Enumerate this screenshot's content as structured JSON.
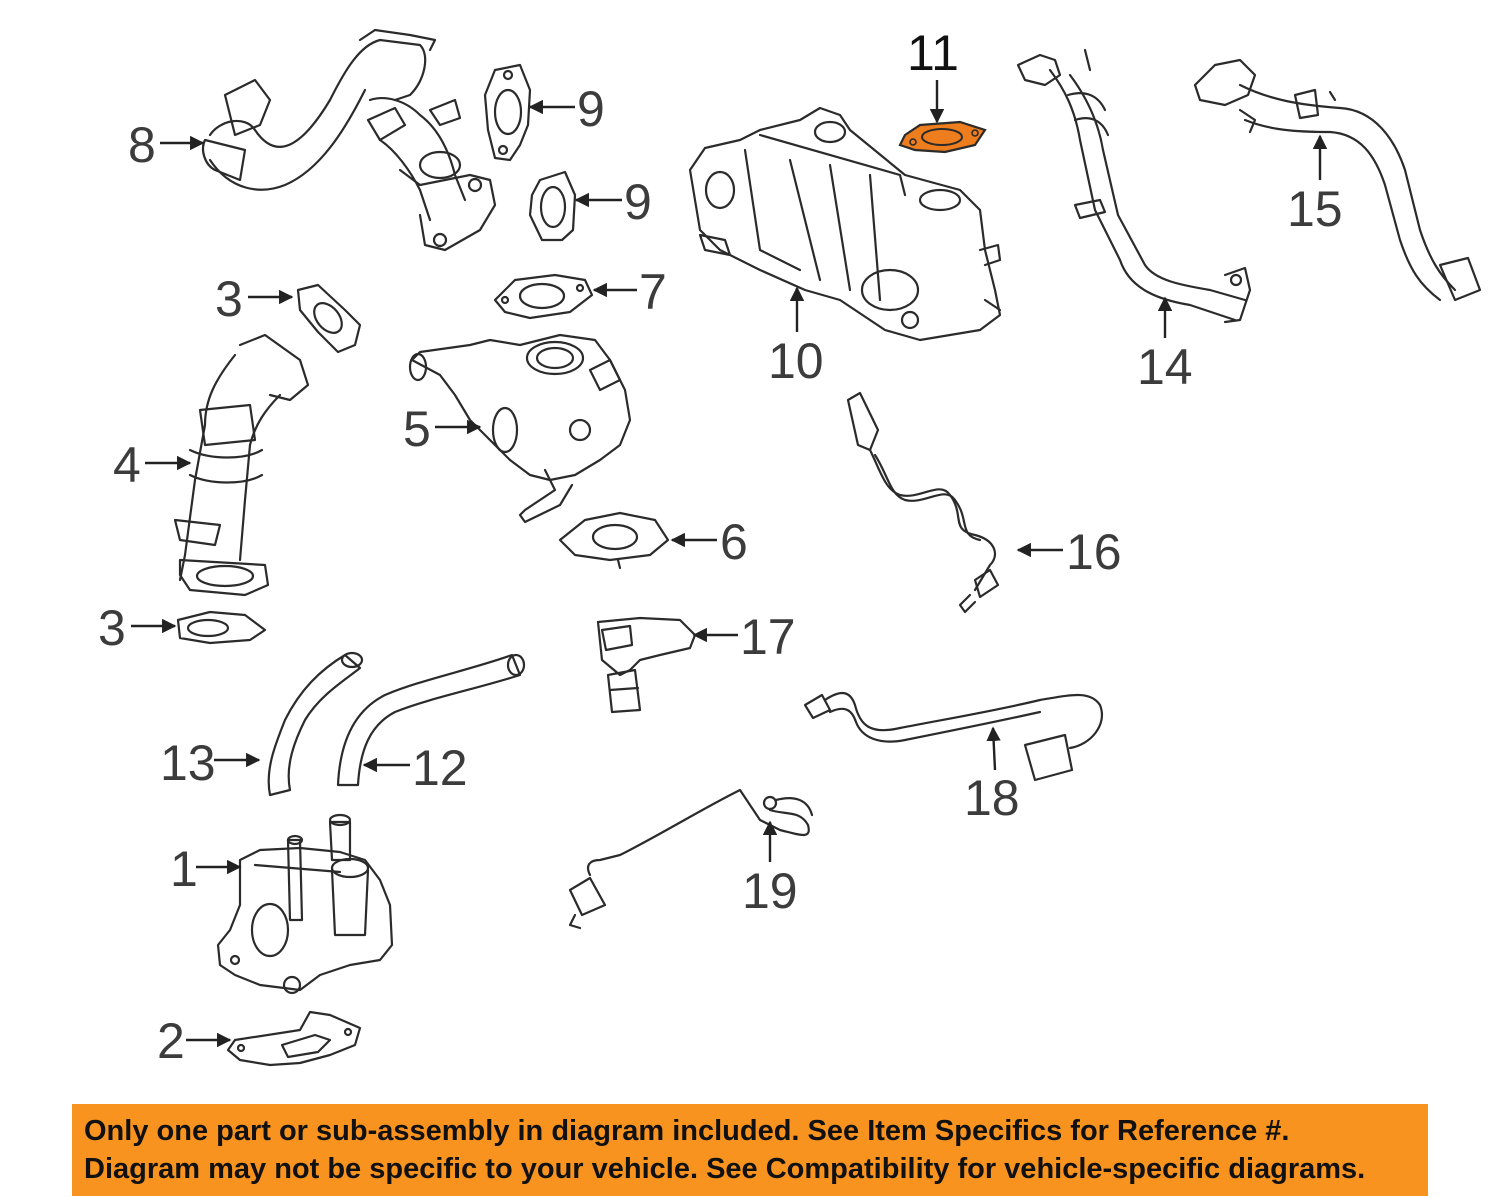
{
  "diagram": {
    "highlight_color": "#ee7d1e",
    "highlighted_part": "11",
    "callouts": [
      "1",
      "2",
      "3",
      "3",
      "4",
      "5",
      "6",
      "7",
      "8",
      "9",
      "9",
      "10",
      "11",
      "12",
      "13",
      "14",
      "15",
      "16",
      "17",
      "18",
      "19"
    ]
  },
  "notice": {
    "background": "#f7931e",
    "line1": "Only one part or sub-assembly in diagram included. See Item Specifics for Reference #.",
    "line2": "Diagram may not be specific to your vehicle. See Compatibility for vehicle-specific diagrams."
  }
}
